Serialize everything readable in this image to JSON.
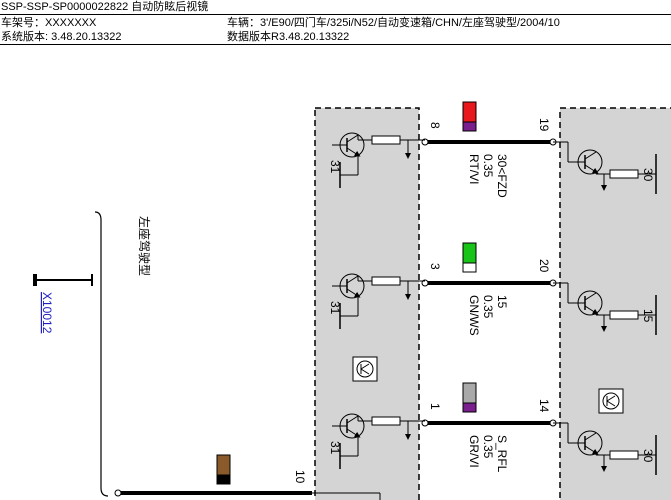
{
  "header": {
    "title": "SSP-SSP-SP0000022822 自动防眩后视镜",
    "vin": "车架号：XXXXXXX",
    "vehicle": "车辆：3'/E90/四门车/325i/N52/自动变速箱/CHN/左座驾驶型/2004/10",
    "system_version": "系统版本: 3.48.20.13322",
    "data_version": "数据版本R3.48.20.13322"
  },
  "diagram": {
    "connector_id": "X10012",
    "side_label": "左座驾驶型",
    "wires": [
      {
        "pin_left": "8",
        "pin_right": "19",
        "signal": "30<FZD",
        "gauge": "0.35",
        "color_code": "RT/VI",
        "color_top": "#e8191c",
        "color_bottom": "#7a1e8e",
        "ground_left": "31",
        "ground_right": "30"
      },
      {
        "pin_left": "3",
        "pin_right": "20",
        "signal": "15",
        "gauge": "0.35",
        "color_code": "GN/WS",
        "color_top": "#19c419",
        "color_bottom": "#ffffff",
        "ground_left": "31",
        "ground_right": "15"
      },
      {
        "pin_left": "1",
        "pin_right": "14",
        "signal": "S_RFL",
        "gauge": "0.35",
        "color_code": "GR/VI",
        "color_top": "#a9a9a9",
        "color_bottom": "#7a1e8e",
        "ground_left": "31",
        "ground_right": "30"
      }
    ],
    "bottom_wire": {
      "pin": "10",
      "color_top": "#8b5a2b",
      "color_bottom": "#000000"
    }
  }
}
